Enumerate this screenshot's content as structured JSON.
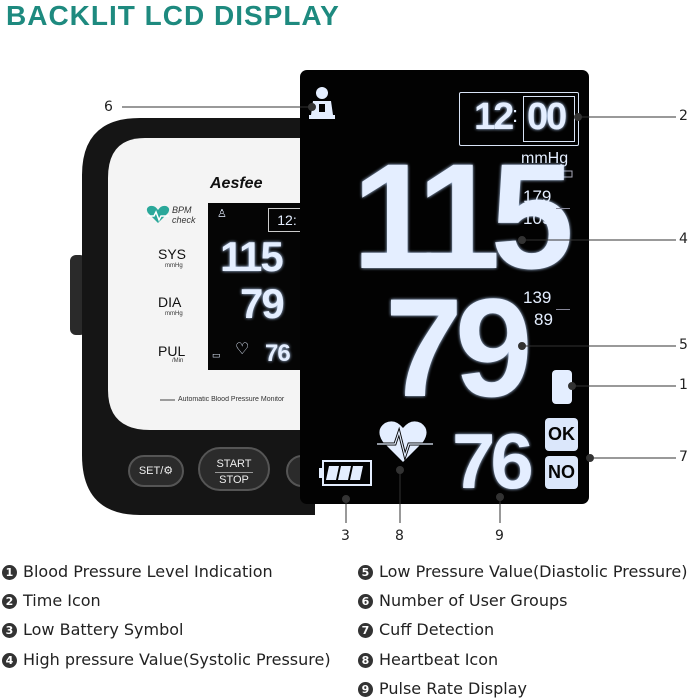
{
  "title": "BACKLIT LCD DISPLAY",
  "colors": {
    "title": "#1e8a7f",
    "lcd_segment": "#e4eeff",
    "device_body": "#151515"
  },
  "device": {
    "brand": "Aesfee",
    "bpm_check": "BPM",
    "bpm_check_2": "check",
    "sys_label": "SYS",
    "sys_unit": "mmHg",
    "dia_label": "DIA",
    "dia_unit": "mmHg",
    "pul_label": "PUL",
    "pul_unit": "/Min",
    "footer": "Automatic Blood Pressure Monitor",
    "set_button": "SET/⚙",
    "start_button": "START",
    "stop_button": "STOP",
    "mini_sys": "115",
    "mini_dia": "79",
    "mini_pulse": "76"
  },
  "lcd": {
    "time_hour": "12",
    "time_min": "00",
    "unit": "mmHg",
    "systolic": "115",
    "systolic_range_high": "179",
    "systolic_range_low": "109",
    "diastolic": "79",
    "diastolic_range_high": "139",
    "diastolic_range_low": "89",
    "pulse": "76",
    "ok": "OK",
    "no": "NO"
  },
  "callouts": [
    "1",
    "2",
    "3",
    "4",
    "5",
    "6",
    "7",
    "8",
    "9"
  ],
  "legend": [
    {
      "num": "1",
      "text": "Blood Pressure Level Indication"
    },
    {
      "num": "2",
      "text": "Time Icon"
    },
    {
      "num": "3",
      "text": "Low Battery Symbol"
    },
    {
      "num": "4",
      "text": "High pressure Value(Systolic Pressure)"
    },
    {
      "num": "5",
      "text": "Low Pressure Value(Diastolic Pressure)"
    },
    {
      "num": "6",
      "text": "Number of User Groups"
    },
    {
      "num": "7",
      "text": "Cuff Detection"
    },
    {
      "num": "8",
      "text": "Heartbeat Icon"
    },
    {
      "num": "9",
      "text": "Pulse Rate Display"
    }
  ]
}
